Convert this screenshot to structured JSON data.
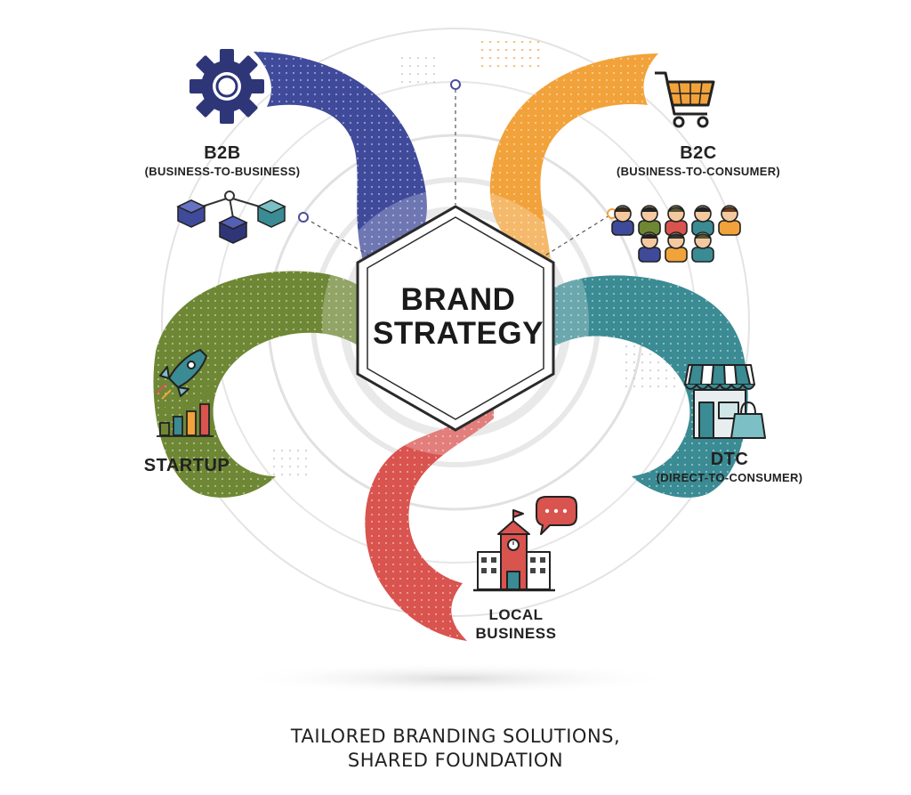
{
  "diagram": {
    "center": {
      "line1": "BRAND",
      "line2": "STRATEGY"
    },
    "segments": [
      {
        "id": "b2b",
        "title": "B2B",
        "subtitle": "(BUSINESS-TO-BUSINESS)",
        "color": "#3f4a9a",
        "icon": "gear-icon"
      },
      {
        "id": "b2c",
        "title": "B2C",
        "subtitle": "(BUSINESS-TO-CONSUMER)",
        "color": "#f2a23a",
        "icon": "shopping-cart-icon"
      },
      {
        "id": "dtc",
        "title": "DTC",
        "subtitle": "(DIRECT-TO-CONSUMER)",
        "color": "#3a8b93",
        "icon": "storefront-icon"
      },
      {
        "id": "local",
        "title_line1": "LOCAL",
        "title_line2": "BUSINESS",
        "color": "#d9534f",
        "icon": "town-hall-icon"
      },
      {
        "id": "startup",
        "title": "STARTUP",
        "color": "#6e8734",
        "icon": "rocket-icon"
      }
    ],
    "tagline": {
      "line1": "TAILORED BRANDING SOLUTIONS,",
      "line2": "SHARED FOUNDATION"
    }
  }
}
